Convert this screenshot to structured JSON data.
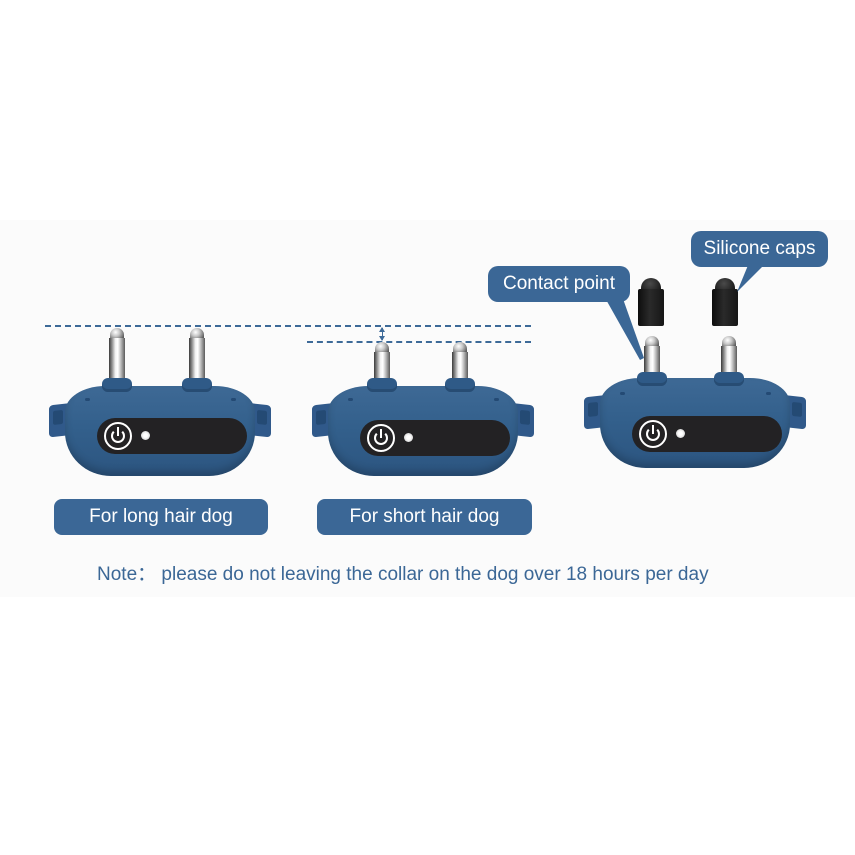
{
  "labels": {
    "long_hair": "For long hair dog",
    "short_hair": "For short hair dog",
    "contact_point": "Contact point",
    "silicone_caps": "Silicone caps"
  },
  "note": "Note： please do not leaving the collar on the dog over 18 hours per day",
  "devices": [
    {
      "id": "long-hair-receiver",
      "pins": "long-contact-points",
      "icons": [
        "power-button-icon",
        "led-indicator-icon"
      ]
    },
    {
      "id": "short-hair-receiver",
      "pins": "short-contact-points",
      "icons": [
        "power-button-icon",
        "led-indicator-icon"
      ]
    },
    {
      "id": "receiver-with-caps",
      "pins": "short-contact-points",
      "caps": "silicone-caps",
      "icons": [
        "power-button-icon",
        "led-indicator-icon"
      ]
    }
  ],
  "colors": {
    "brand_blue": "#3b6796",
    "device_blue": "#33608c",
    "panel_black": "#232224",
    "background": "#ffffff",
    "band": "#fbfbfb"
  }
}
